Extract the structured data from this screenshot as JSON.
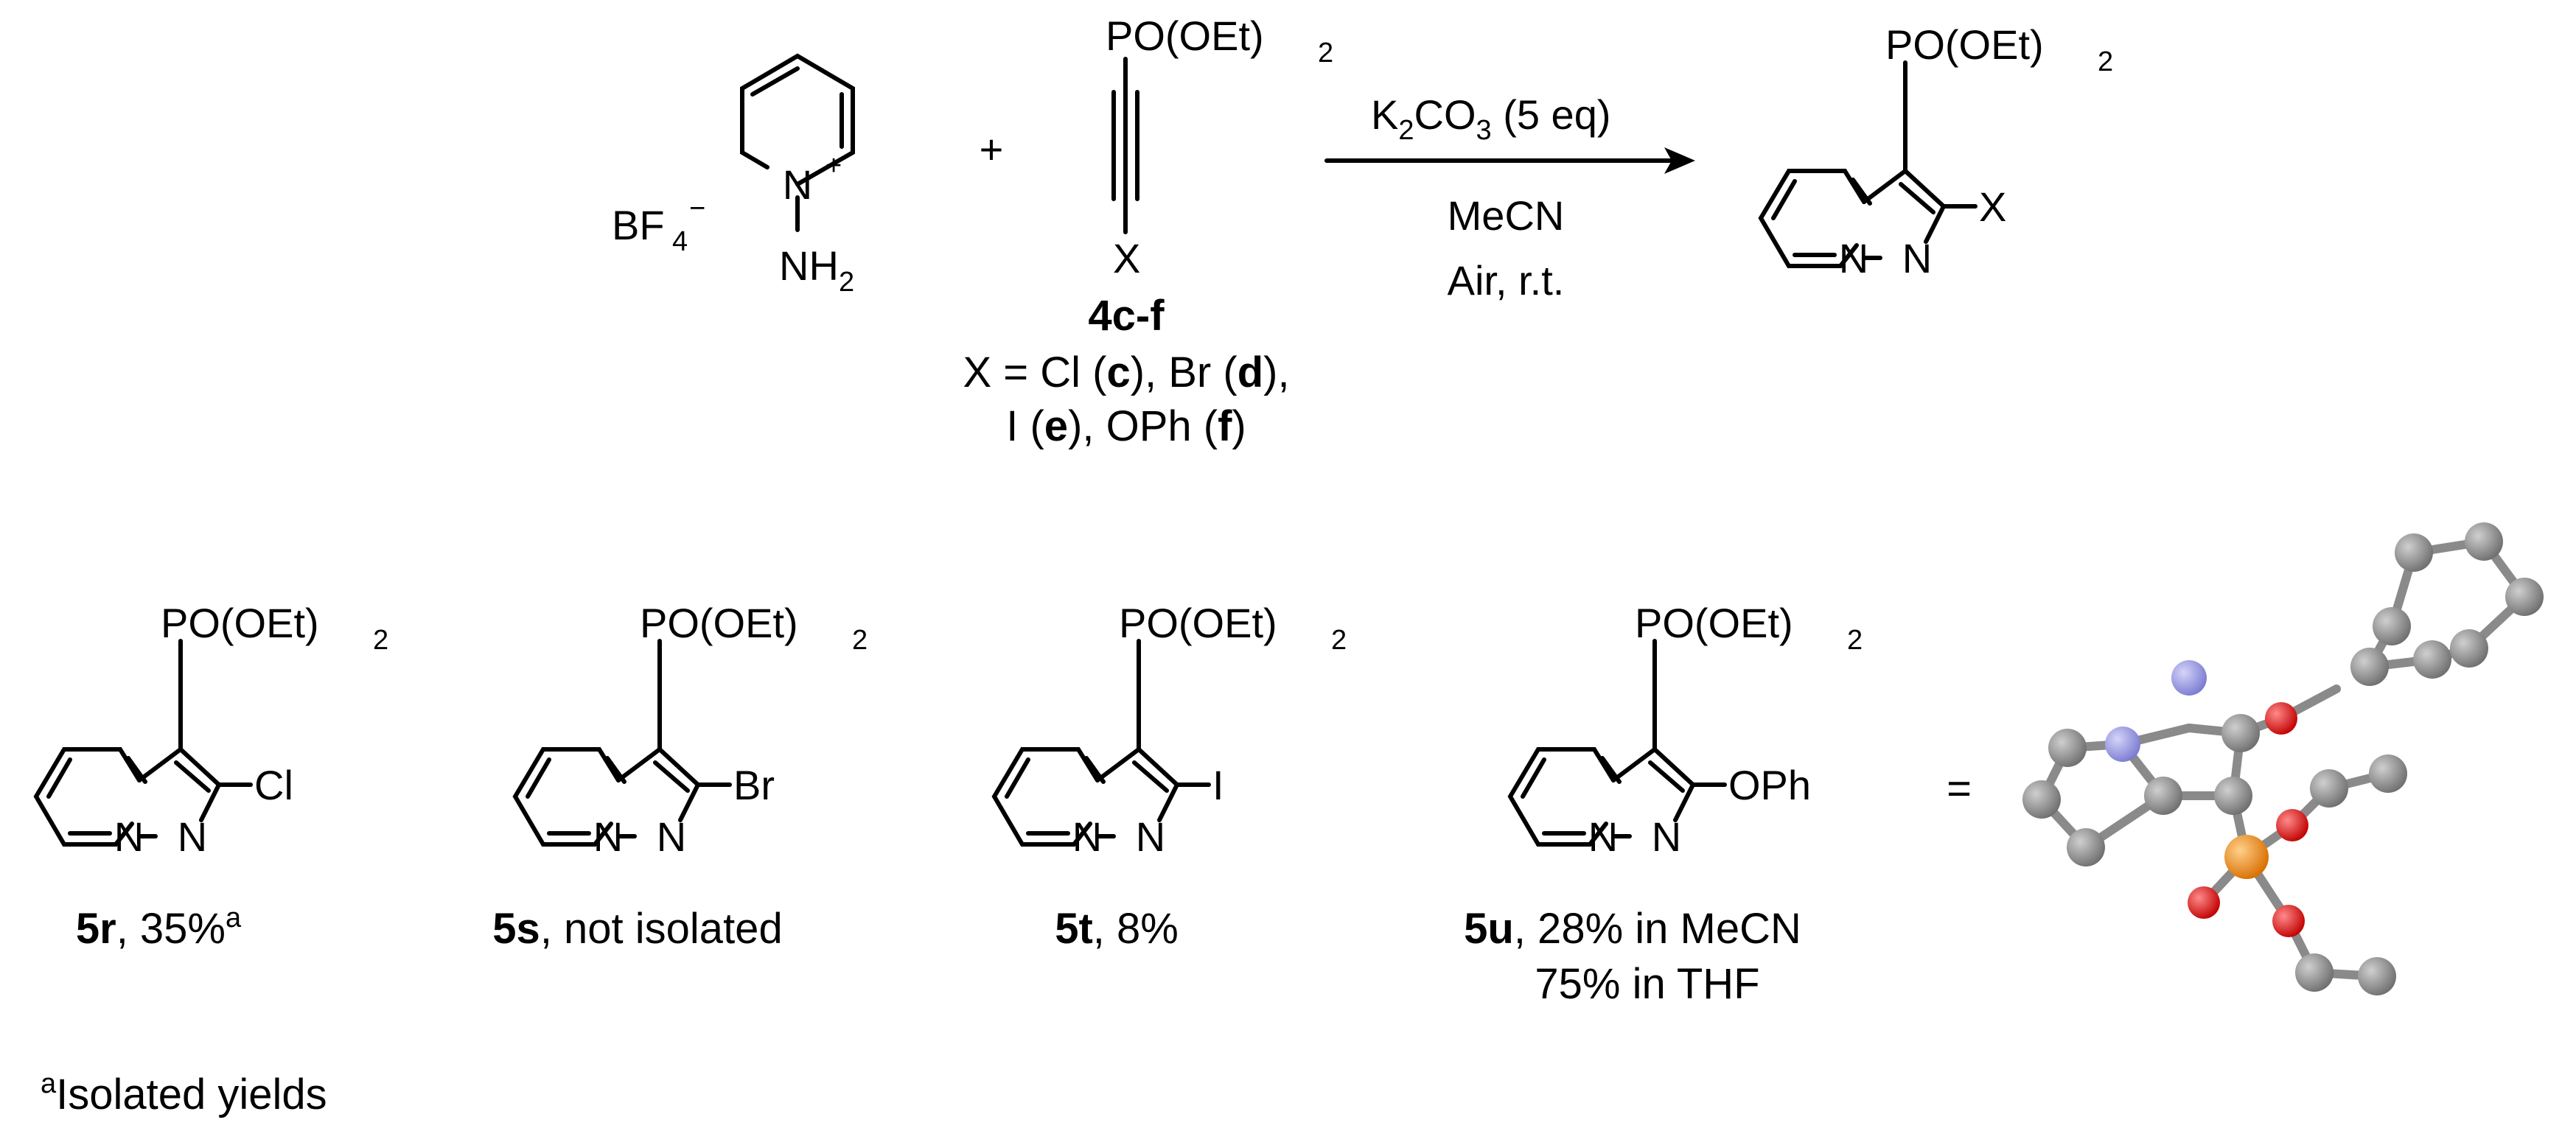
{
  "reaction": {
    "reagent1": {
      "counterion": "BF",
      "counterion_sub": "4",
      "counterion_charge": "−",
      "ring_n": "N",
      "ring_n_charge": "+",
      "amine": "NH",
      "amine_sub": "2"
    },
    "plus": "+",
    "reagent2": {
      "top_group": "PO(OEt)",
      "top_group_sub": "2",
      "bottom_group": "X",
      "id": "4c-f"
    },
    "substituents": {
      "line1": {
        "prefix": "X = Cl (",
        "c": "c",
        "mid1": "), Br (",
        "d": "d",
        "suffix": "),"
      },
      "line2": {
        "prefix": "I (",
        "e": "e",
        "mid": "), OPh (",
        "f": "f",
        "suffix": ")"
      }
    },
    "conditions": {
      "base": "K",
      "base_sub1": "2",
      "base_mid": "CO",
      "base_sub2": "3",
      "base_eq": " (5 eq)",
      "solvent": "MeCN",
      "atmosphere": "Air, r.t."
    },
    "product": {
      "top_group": "PO(OEt)",
      "top_group_sub": "2",
      "substituent": "X",
      "n1": "N",
      "n2": "N"
    }
  },
  "products": [
    {
      "id": "5r",
      "substituent": "Cl",
      "yield": ", 35%",
      "yield_sup": "a"
    },
    {
      "id": "5s",
      "substituent": "Br",
      "yield": ", not isolated"
    },
    {
      "id": "5t",
      "substituent": "I",
      "yield": ", 8%"
    },
    {
      "id": "5u",
      "substituent": "OPh",
      "yield": ", 28% in MeCN",
      "yield2": "75% in THF"
    }
  ],
  "equals": "=",
  "footnote": {
    "sup": "a",
    "text": "Isolated yields"
  },
  "atom_colors": {
    "carbon": "#8a8a8a",
    "nitrogen": "#9a9ae8",
    "oxygen": "#e00000",
    "phosphorus": "#f08a10"
  }
}
